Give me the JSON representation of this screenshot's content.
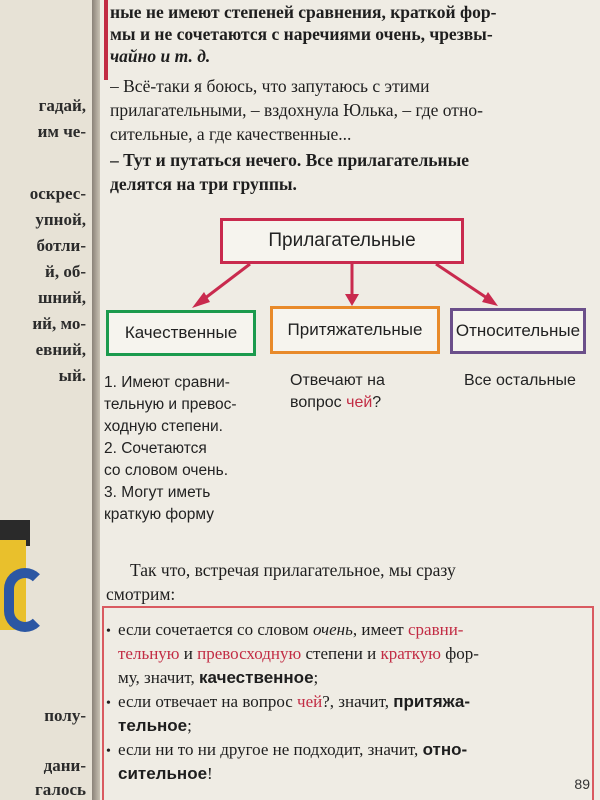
{
  "left_page": {
    "lines": [
      "гадай,",
      "им че-",
      "оскрес-",
      "упной,",
      "ботли-",
      "й, об-",
      "шний,",
      "ий, мо-",
      "евний,",
      "ый.",
      "полу-",
      "дани-",
      "галось"
    ]
  },
  "text": {
    "line1": "ные не имеют степеней сравнения, краткой фор-",
    "line2": "мы и не сочетаются с наречиями очень, чрезвы-",
    "line3": "чайно и т. д.",
    "line4": "– Всё-таки я боюсь, что запутаюсь с этими",
    "line5": "прилагательными, – вздохнула Юлька, – где отно-",
    "line6": "сительные, а где качественные...",
    "line7": "– Тут и путаться нечего. Все прилагательные",
    "line8": "делятся на три группы."
  },
  "diagram": {
    "main": "Прилагательные",
    "qualitative": "Качественные",
    "possessive": "Притяжательные",
    "relative": "Относительные",
    "qual_lines": [
      "1. Имеют сравни-",
      "тельную и превос-",
      "ходную степени.",
      "2. Сочетаются",
      "со словом очень.",
      "3. Могут иметь",
      "краткую форму"
    ],
    "poss_line1": "Отвечают на",
    "poss_line2_a": "вопрос ",
    "poss_line2_red": "чей",
    "poss_line2_b": "?",
    "rel_text": "Все остальные"
  },
  "conclusion": {
    "line1": "Так что, встречая прилагательное, мы сразу",
    "line2": "смотрим:"
  },
  "rules": {
    "r1a": "если сочетается со словом ",
    "r1a_it": "очень",
    "r1a_b": ", имеет ",
    "r1a_red": "сравни-",
    "r2_red1": "тельную",
    "r2_mid": " и ",
    "r2_red2": "превосходную",
    "r2_end": " степени и ",
    "r2_red3": "краткую",
    "r2_end2": " фор-",
    "r3": "му, значит, ",
    "r3_bold": "качественное",
    "r3_end": ";",
    "r4a": "если отвечает на вопрос ",
    "r4_red": "чей",
    "r4b": "?, значит, ",
    "r4_bold": "притяжа-",
    "r5_bold": "тельное",
    "r5_end": ";",
    "r6": "если ни то ни другое не подходит, значит, ",
    "r6_bold": "отно-",
    "r7_bold": "сительное",
    "r7_end": "!"
  },
  "page_number": "89",
  "colors": {
    "accent_red": "#c22c44",
    "green": "#1b9a4d",
    "orange": "#e88a2a",
    "purple": "#6b4f8a"
  }
}
